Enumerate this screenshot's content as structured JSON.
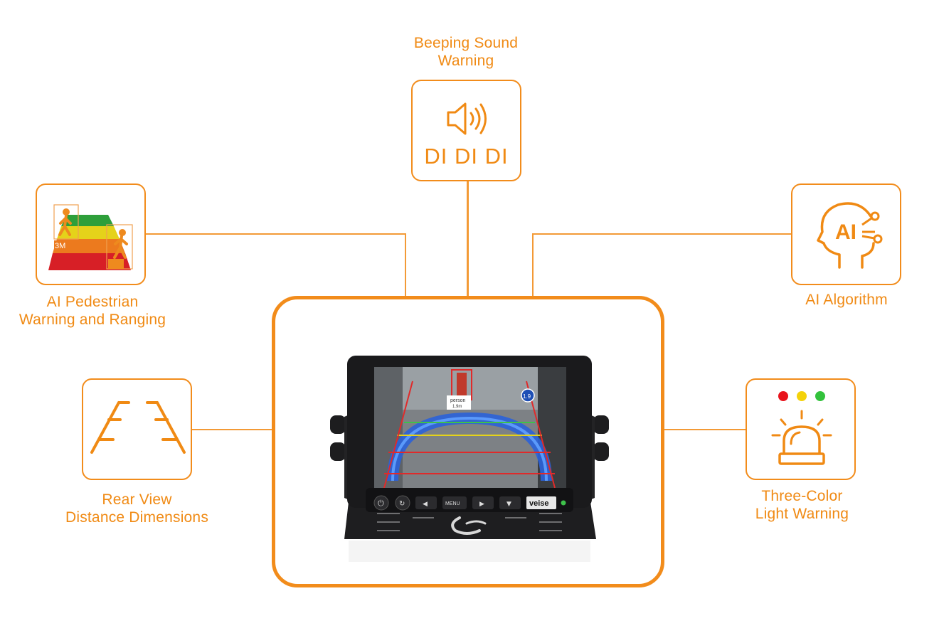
{
  "features": {
    "beeping": {
      "line1": "Beeping Sound",
      "line2": "Warning",
      "icon_text": "DI DI DI",
      "icon": "speaker-icon"
    },
    "pedestrian": {
      "line1": "AI Pedestrian",
      "line2": "Warning and Ranging",
      "icon_text": "3M",
      "icon": "pedestrian-ranging-icon"
    },
    "algorithm": {
      "line1": "AI Algorithm",
      "icon": "ai-head-icon"
    },
    "rear_view": {
      "line1": "Rear View",
      "line2": "Distance Dimensions",
      "icon": "guide-lines-icon"
    },
    "three_color": {
      "line1": "Three-Color",
      "line2": "Light Warning",
      "icon": "beacon-light-icon"
    }
  },
  "monitor": {
    "screen_label": "person",
    "screen_distance": "1.9m",
    "screen_badge": "1.9",
    "buttons": {
      "menu": "MENU",
      "brand": "veise"
    }
  },
  "colors": {
    "accent": "#f28c1b",
    "red_light": "#e8141c",
    "yellow_light": "#f4d20a",
    "green_light": "#33c23c"
  }
}
